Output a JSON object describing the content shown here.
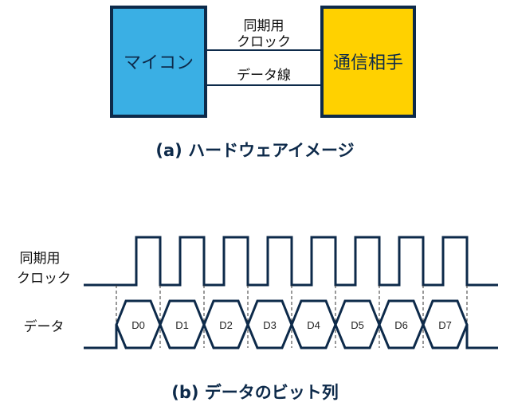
{
  "hardware": {
    "mcu_label": "マイコン",
    "partner_label": "通信相手",
    "clock_line_label_1": "同期用",
    "clock_line_label_2": "クロック",
    "data_line_label": "データ線",
    "caption": "(a) ハードウェアイメージ",
    "colors": {
      "mcu": "#3AAFE4",
      "partner": "#FFD100",
      "border": "#0d2a4a"
    }
  },
  "timing": {
    "clock_label_1": "同期用",
    "clock_label_2": "クロック",
    "data_label": "データ",
    "bits": [
      "D0",
      "D1",
      "D2",
      "D3",
      "D4",
      "D5",
      "D6",
      "D7"
    ],
    "caption": "(b) データのビット列"
  }
}
